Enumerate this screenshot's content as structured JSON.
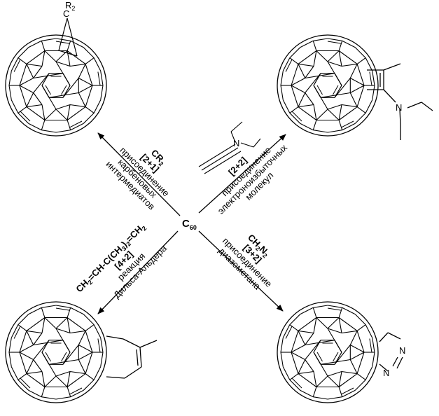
{
  "center": {
    "main": "C",
    "sub": "60"
  },
  "reactions": {
    "top_left": {
      "reagent_main": "CR",
      "reagent_sub": "2",
      "type": "[2+1]",
      "line1": "присоединение",
      "line2": "карбеновых",
      "line3": "интермедиатов"
    },
    "top_right": {
      "type": "[2+2]",
      "line1": "присоединение",
      "line2": "электроноизбыточных",
      "line3": "молекул"
    },
    "bottom_left": {
      "reagent": [
        "CH",
        "2",
        "=CH-C(CH",
        "3",
        ")",
        "2",
        "=CH",
        "2"
      ],
      "type": "[4+2]",
      "line1": "реакция",
      "line2": "Дильса-Альдера"
    },
    "bottom_right": {
      "reagent": [
        "CH",
        "2",
        "N",
        "2"
      ],
      "type": "[3+2]",
      "line1": "присоединение",
      "line2": "диазометана"
    }
  },
  "products": {
    "top_left": {
      "substituent_main": "R",
      "substituent_sub": "2",
      "atom": "C"
    },
    "top_right": {
      "atom": "N"
    },
    "bottom_right": {
      "atom1": "N",
      "atom2": "N"
    }
  }
}
